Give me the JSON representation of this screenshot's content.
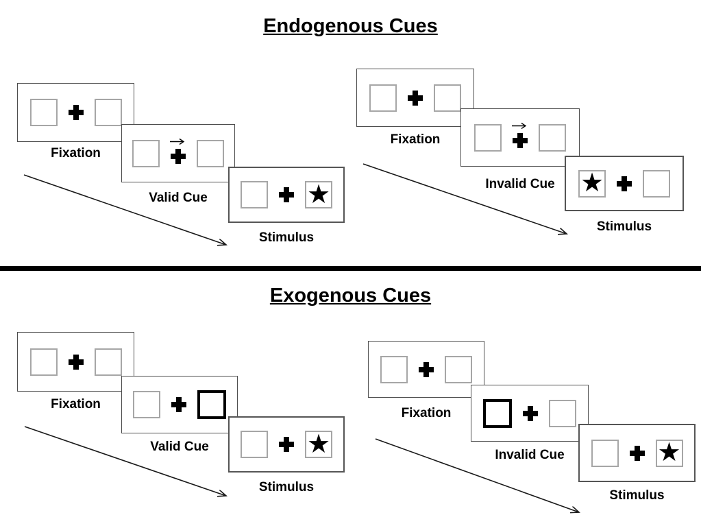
{
  "slide": {
    "background": "#ffffff"
  },
  "symbols": {
    "star": "★"
  },
  "colors": {
    "ink": "#000000",
    "panel_border": "#4d4d4d",
    "placeholder_box_border": "#a6a6a6",
    "cue_highlight_border": "#000000",
    "divider": "#000000"
  },
  "sections": {
    "endogenous": {
      "title": "Endogenous Cues",
      "sequences": {
        "valid": {
          "fixation_label": "Fixation",
          "cue_label": "Valid Cue",
          "stimulus_label": "Stimulus",
          "cue_type": "central arrow above fixation cross",
          "cue_direction": "right",
          "star_side": "right"
        },
        "invalid": {
          "fixation_label": "Fixation",
          "cue_label": "Invalid Cue",
          "stimulus_label": "Stimulus",
          "cue_type": "central arrow above fixation cross",
          "cue_direction": "right",
          "star_side": "left"
        }
      }
    },
    "exogenous": {
      "title": "Exogenous Cues",
      "sequences": {
        "valid": {
          "fixation_label": "Fixation",
          "cue_label": "Valid Cue",
          "stimulus_label": "Stimulus",
          "cue_type": "thickened peripheral box",
          "cue_side": "right",
          "star_side": "right"
        },
        "invalid": {
          "fixation_label": "Fixation",
          "cue_label": "Invalid Cue",
          "stimulus_label": "Stimulus",
          "cue_type": "thickened peripheral box",
          "cue_side": "left",
          "star_side": "right"
        }
      }
    }
  }
}
